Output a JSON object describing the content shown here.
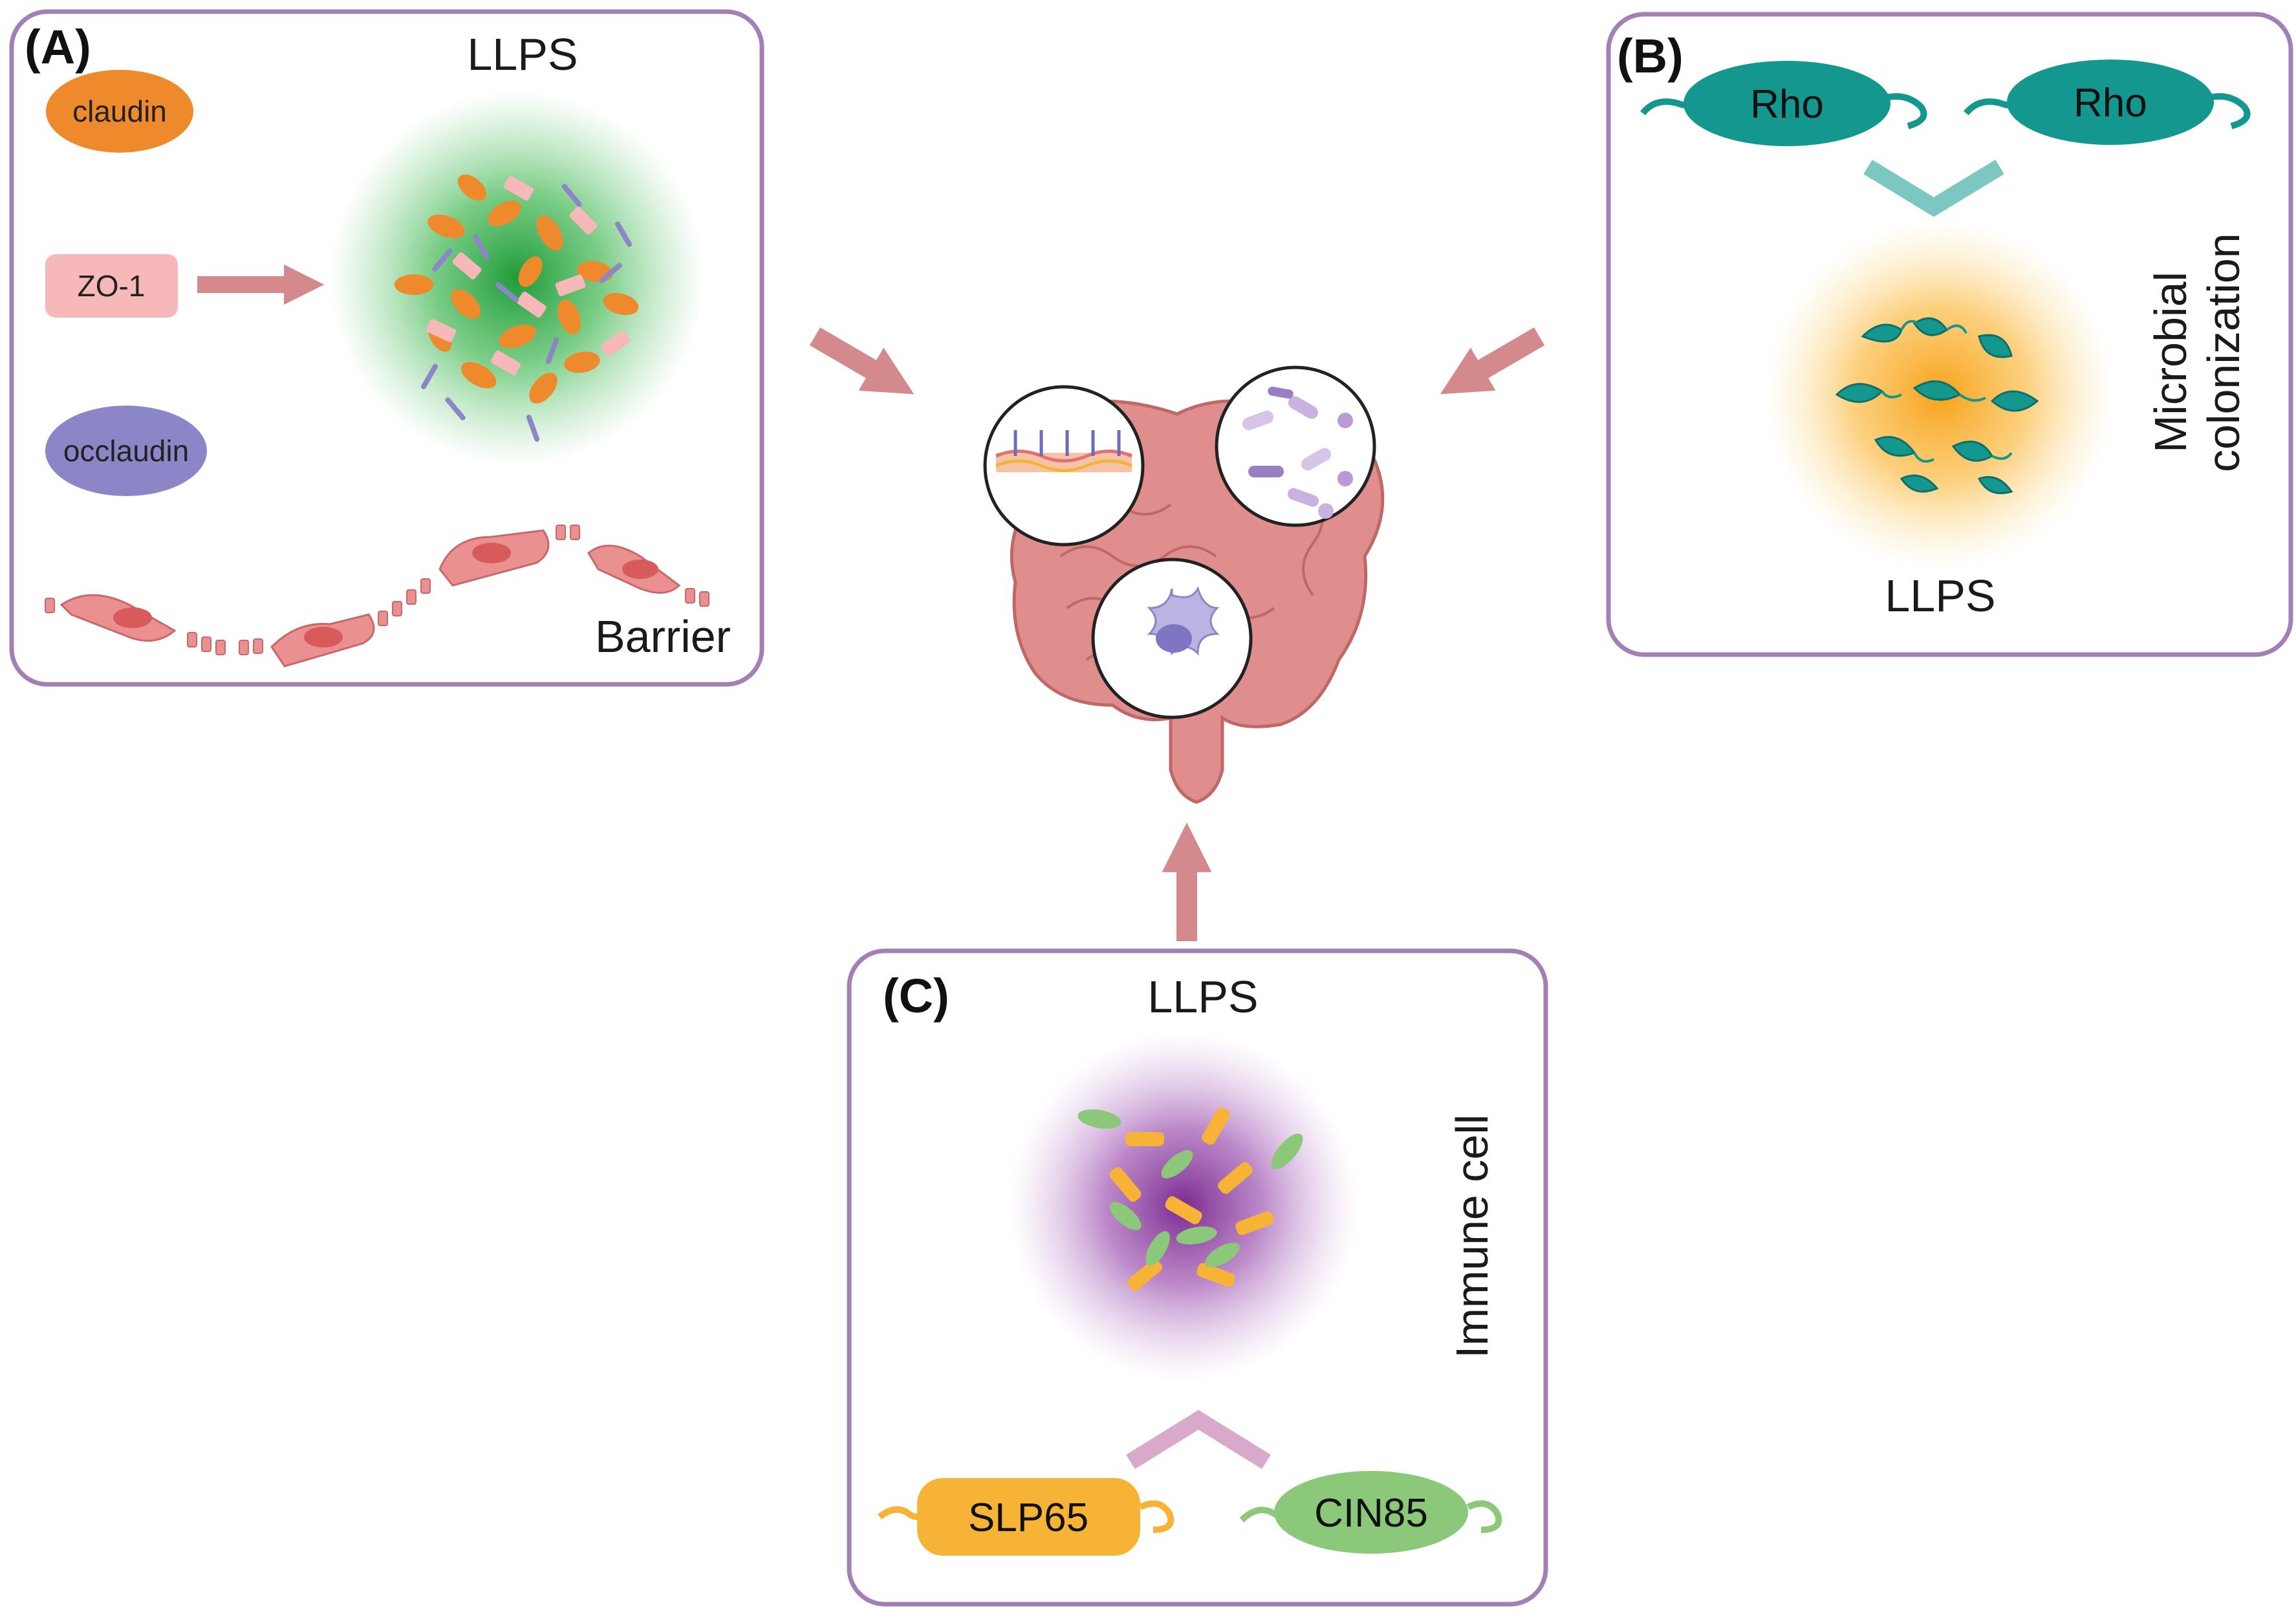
{
  "panel_a": {
    "tag": "(A)",
    "llps": "LLPS",
    "claudin": "claudin",
    "zo1": "ZO-1",
    "occlaudin": "occlaudin",
    "barrier": "Barrier"
  },
  "panel_b": {
    "tag": "(B)",
    "rho_left": "Rho",
    "rho_right": "Rho",
    "llps": "LLPS",
    "side_line1": "Microbial",
    "side_line2": "colonization"
  },
  "panel_c": {
    "tag": "(C)",
    "llps": "LLPS",
    "side": "Immune cell",
    "slp65": "SLP65",
    "cin85": "CIN85"
  },
  "colors": {
    "panel_border": "#a27fb5",
    "arrow": "#d48a8d",
    "claudin": "#ee8a2b",
    "zo1": "#f6b8b8",
    "occlaudin": "#8c86c9",
    "rho": "#13978f",
    "slp65": "#f7b335",
    "cin85": "#8cc87a",
    "llps_a": "#2ea84a",
    "llps_b": "#f8a51f",
    "llps_c": "#8c3c9c",
    "intestine": "#e08d8d"
  }
}
